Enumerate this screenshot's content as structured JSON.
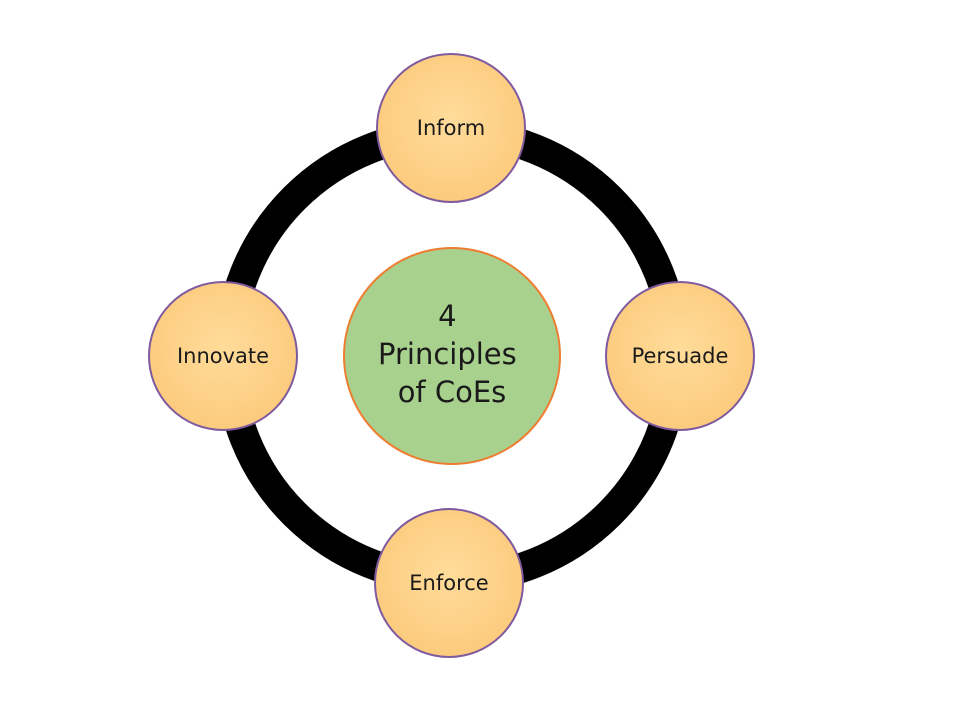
{
  "center": {
    "lines": [
      "4",
      "Principles",
      "of CoEs"
    ],
    "fill": "#a9d18e",
    "stroke": "#ed7d31"
  },
  "nodes": [
    {
      "id": "inform",
      "label": "Inform"
    },
    {
      "id": "persuade",
      "label": "Persuade"
    },
    {
      "id": "enforce",
      "label": "Enforce"
    },
    {
      "id": "innovate",
      "label": "Innovate"
    }
  ],
  "colors": {
    "node_fill": "#ffd48a",
    "node_stroke": "#7f5a9e",
    "ring": "#000000",
    "background": "#ffffff"
  }
}
